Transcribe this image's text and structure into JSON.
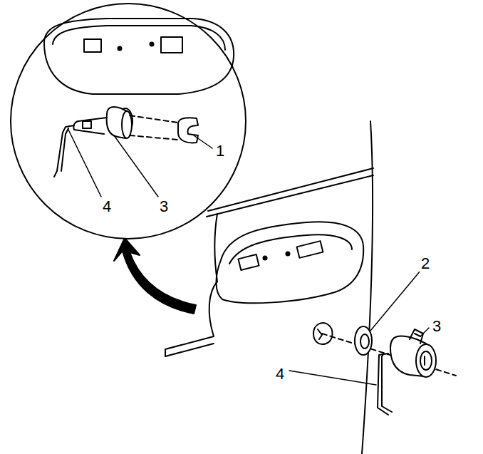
{
  "diagram": {
    "labels": [
      "1",
      "4",
      "3",
      "2",
      "3",
      "4"
    ]
  }
}
